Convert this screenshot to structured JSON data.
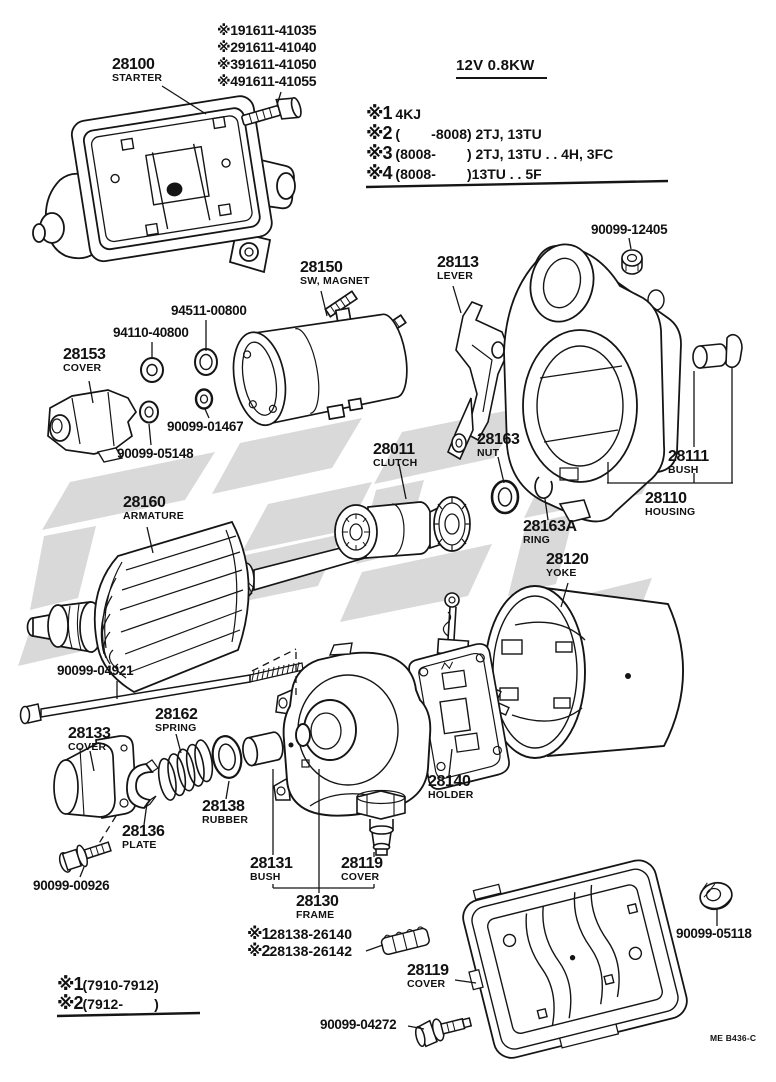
{
  "header": {
    "spec": "12V 0.8KW",
    "doc_code": "ME B436-C",
    "bolt_variants": [
      "※191611-41035",
      "※291611-41040",
      "※391611-41050",
      "※491611-41055"
    ],
    "applicability_notes": [
      {
        "mark": "※1",
        "text": " 4KJ"
      },
      {
        "mark": "※2",
        "text": " (        -8008) 2TJ, 13TU"
      },
      {
        "mark": "※3",
        "text": " (8008-        ) 2TJ, 13TU . . 4H, 3FC"
      },
      {
        "mark": "※4",
        "text": " (8008-        )13TU . . 5F"
      }
    ]
  },
  "footer_notes": [
    {
      "mark": "※1",
      "text": "(7910-7912)"
    },
    {
      "mark": "※2",
      "text": "(7912-        )"
    }
  ],
  "alt_parts": [
    {
      "mark": "※1",
      "text": "28138-26140"
    },
    {
      "mark": "※2",
      "text": "28138-26142"
    }
  ],
  "labels": {
    "starter": {
      "num": "28100",
      "name": "STARTER"
    },
    "sw_magnet": {
      "num": "28150",
      "name": "SW, MAGNET"
    },
    "lever": {
      "num": "28113",
      "name": "LEVER"
    },
    "cover_28153": {
      "num": "28153",
      "name": "COVER"
    },
    "clutch": {
      "num": "28011",
      "name": "CLUTCH"
    },
    "nut_28163": {
      "num": "28163",
      "name": "NUT"
    },
    "bush_28111": {
      "num": "28111",
      "name": "BUSH"
    },
    "housing": {
      "num": "28110",
      "name": "HOUSING"
    },
    "armature": {
      "num": "28160",
      "name": "ARMATURE"
    },
    "ring_28163a": {
      "num": "28163A",
      "name": "RING"
    },
    "yoke": {
      "num": "28120",
      "name": "YOKE"
    },
    "spring": {
      "num": "28162",
      "name": "SPRING"
    },
    "cover_28133": {
      "num": "28133",
      "name": "COVER"
    },
    "rubber": {
      "num": "28138",
      "name": "RUBBER"
    },
    "holder": {
      "num": "28140",
      "name": "HOLDER"
    },
    "plate": {
      "num": "28136",
      "name": "PLATE"
    },
    "bush_28131": {
      "num": "28131",
      "name": "BUSH"
    },
    "cover_28119_mid": {
      "num": "28119",
      "name": "COVER"
    },
    "frame": {
      "num": "28130",
      "name": "FRAME"
    },
    "cover_28119_btm": {
      "num": "28119",
      "name": "COVER"
    }
  },
  "part_ids": {
    "nut_90099_12405": "90099-12405",
    "washer_94511_00800": "94511-00800",
    "nut_94110_40800": "94110-40800",
    "washer_90099_01467": "90099-01467",
    "washer_90099_05148": "90099-05148",
    "bolt_90099_04921": "90099-04921",
    "screw_90099_00926": "90099-00926",
    "nut_90099_05118": "90099-05118",
    "screw_90099_04272": "90099-04272"
  }
}
